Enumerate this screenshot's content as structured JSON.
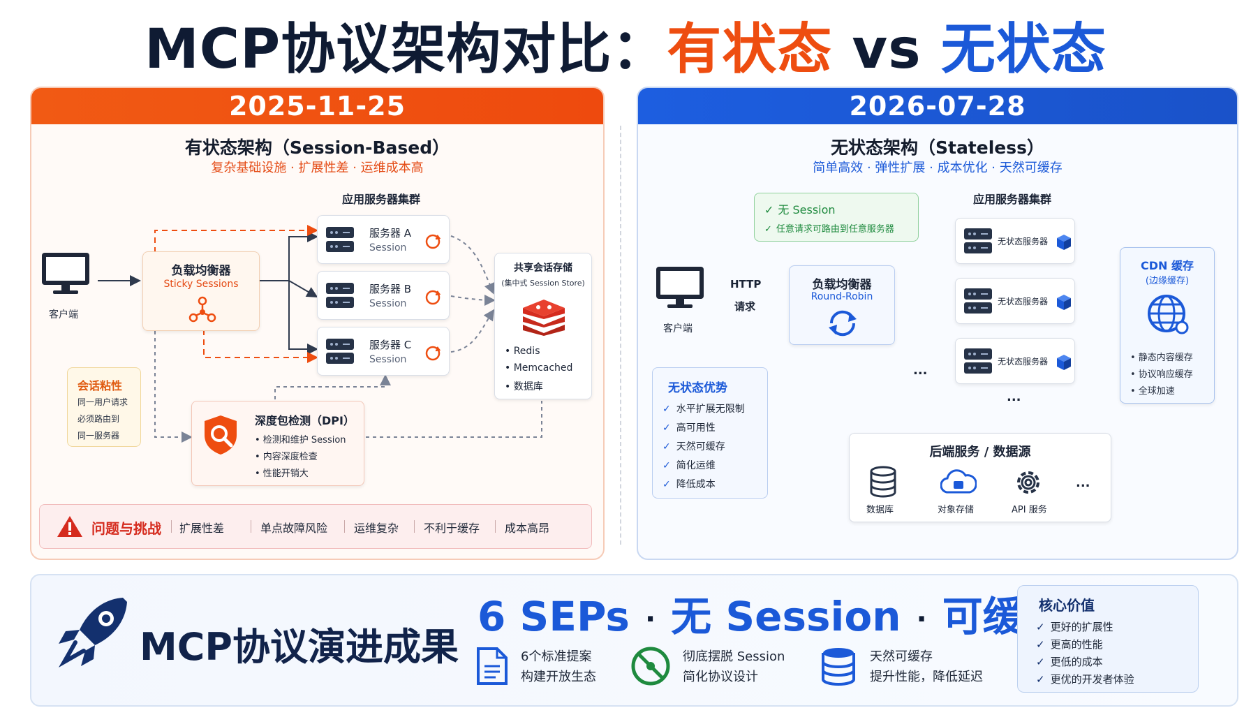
{
  "title": {
    "main": "MCP协议架构对比：",
    "stateful": "有状态",
    "vs": " vs ",
    "stateless": "无状态"
  },
  "left": {
    "date": "2025-11-25",
    "arch_title": "有状态架构（Session-Based）",
    "arch_sub": "复杂基础设施 · 扩展性差 · 运维成本高",
    "client": "客户端",
    "lb_title": "负载均衡器",
    "lb_sub": "Sticky Sessions",
    "cluster": "应用服务器集群",
    "servers": [
      {
        "name": "服务器 A",
        "sub": "Session"
      },
      {
        "name": "服务器 B",
        "sub": "Session"
      },
      {
        "name": "服务器 C",
        "sub": "Session"
      }
    ],
    "store_title": "共享会话存储",
    "store_sub": "(集中式 Session Store)",
    "store_items": [
      "• Redis",
      "• Memcached",
      "• 数据库"
    ],
    "sticky_title": "会话粘性",
    "sticky_lines": [
      "同一用户请求",
      "必须路由到",
      "同一服务器"
    ],
    "dpi_title": "深度包检测（DPI）",
    "dpi_items": [
      "• 检测和维护 Session",
      "• 内容深度检查",
      "• 性能开销大"
    ],
    "problems_title": "问题与挑战",
    "problems": [
      "扩展性差",
      "单点故障风险",
      "运维复杂",
      "不利于缓存",
      "成本高昂"
    ]
  },
  "right": {
    "date": "2026-07-28",
    "arch_title": "无状态架构（Stateless）",
    "arch_sub": "简单高效 · 弹性扩展 · 成本优化 · 天然可缓存",
    "no_session": "无 Session",
    "any_route": "任意请求可路由到任意服务器",
    "client": "客户端",
    "http": "HTTP",
    "request": "请求",
    "lb_title": "负载均衡器",
    "lb_sub": "Round-Robin",
    "cluster": "应用服务器集群",
    "servers": [
      "无状态服务器",
      "无状态服务器",
      "无状态服务器"
    ],
    "ellipsis": "...",
    "cdn_title": "CDN 缓存",
    "cdn_sub": "(边缘缓存)",
    "cdn_items": [
      "• 静态内容缓存",
      "• 协议响应缓存",
      "• 全球加速"
    ],
    "adv_title": "无状态优势",
    "advantages": [
      "水平扩展无限制",
      "高可用性",
      "天然可缓存",
      "简化运维",
      "降低成本"
    ],
    "backend_title": "后端服务 / 数据源",
    "backend_items": [
      "数据库",
      "对象存储",
      "API 服务"
    ]
  },
  "bottom": {
    "title": "MCP协议演进成果",
    "headline": [
      "6 SEPs",
      "无 Session",
      "可缓存"
    ],
    "features": [
      {
        "l1": "6个标准提案",
        "l2": "构建开放生态"
      },
      {
        "l1": "彻底摆脱 Session",
        "l2": "简化协议设计"
      },
      {
        "l1": "天然可缓存",
        "l2": "提升性能，降低延迟"
      }
    ],
    "core_title": "核心价值",
    "core_items": [
      "更好的扩展性",
      "更高的性能",
      "更低的成本",
      "更优的开发者体验"
    ]
  },
  "colors": {
    "orange": "#ee4d10",
    "blue": "#1b59d8",
    "navy": "#0f1b33",
    "red": "#d52b1e",
    "green": "#1e8a3e"
  }
}
